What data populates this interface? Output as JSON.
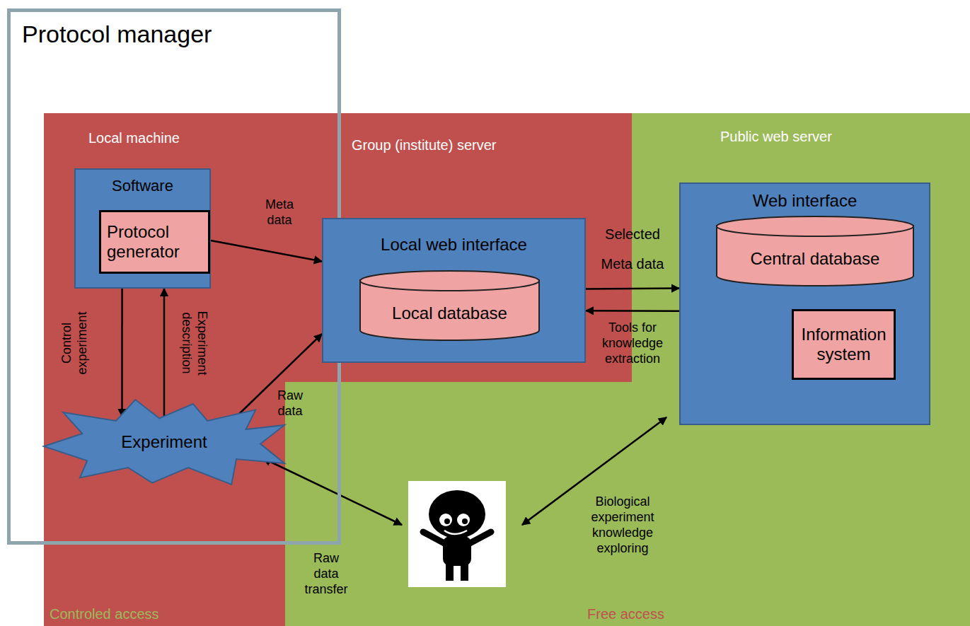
{
  "diagram": {
    "nodes": [
      {
        "text": [
          "Protocol manager"
        ]
      },
      {
        "text": [
          "Software"
        ]
      },
      {
        "text": [
          "Protocol generator"
        ],
        "in": 1
      },
      {
        "text": [
          "Local web interface"
        ]
      },
      {
        "text": [
          "Local database"
        ],
        "in": 3
      },
      {
        "text": [
          "Web interface"
        ]
      },
      {
        "text": [
          "Central database"
        ],
        "in": 5
      },
      {
        "text": [
          "Information system"
        ],
        "in": 5
      },
      {
        "text": [
          "Experiment"
        ]
      }
    ],
    "edges": [
      {
        "from": 1,
        "to": 3,
        "label": "Meta data",
        "arrow": "to"
      },
      {
        "from": 1,
        "to": 8,
        "label": "Control experiment",
        "arrow": "to"
      },
      {
        "from": 8,
        "to": 1,
        "label": "Experiment description",
        "arrow": "to"
      },
      {
        "from": 8,
        "to": 3,
        "label": "Raw data",
        "arrow": "to"
      },
      {
        "from": 3,
        "to": 5,
        "label": "Selected Meta data",
        "arrow": "to"
      },
      {
        "from": 5,
        "to": 3,
        "label": "Tools for knowledge extraction",
        "arrow": "to"
      }
    ],
    "labels": [
      "Local machine",
      "Group (institute) server",
      "Public web server",
      "Raw data transfer",
      "Biological experiment knowledge exploring",
      "Controled access",
      "Free access"
    ]
  }
}
